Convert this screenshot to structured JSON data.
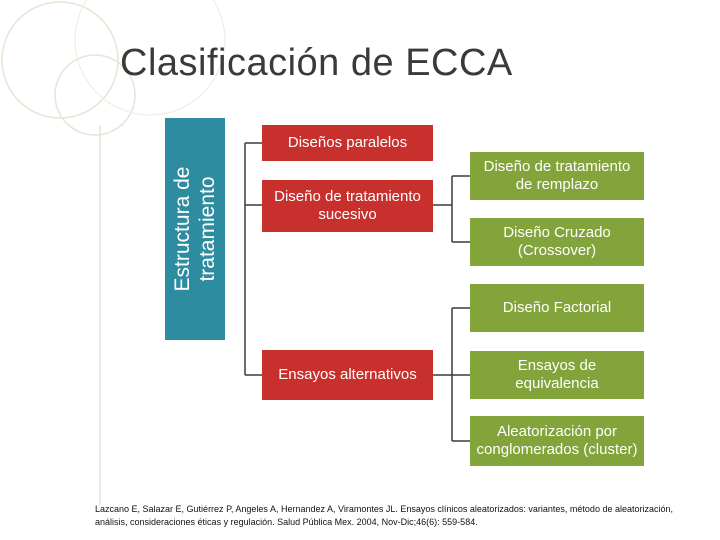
{
  "title": "Clasificación de ECCA",
  "root": {
    "label": "Estructura de tratamiento"
  },
  "level1": {
    "parallel": "Diseños paralelos",
    "successive": "Diseño de tratamiento sucesivo",
    "alternative": "Ensayos alternativos"
  },
  "level2": {
    "replacement": "Diseño de tratamiento de remplazo",
    "crossover": "Diseño Cruzado (Crossover)",
    "factorial": "Diseño Factorial",
    "equivalence": "Ensayos de equivalencia",
    "cluster": "Aleatorización por conglomerados (cluster)"
  },
  "citation": "Lazcano E, Salazar E, Gutiérrez P, Angeles A, Hernandez A, Viramontes JL. Ensayos clínicos aleatorizados: variantes, método de aleatorización, análisis, consideraciones éticas y regulación. Salud Pública Mex. 2004, Nov-Dic;46(6): 559-584.",
  "colors": {
    "root": "#2e8ca0",
    "level1": "#c8302d",
    "level2": "#82a43a",
    "connector": "#3a3a3a"
  }
}
